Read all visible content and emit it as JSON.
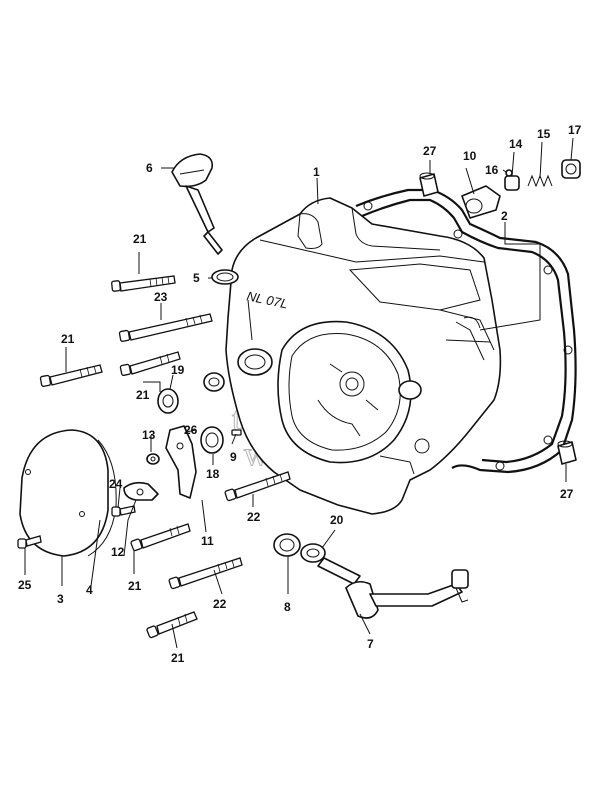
{
  "diagram": {
    "callouts": {
      "c1": "1",
      "c2": "2",
      "c3": "3",
      "c4": "4",
      "c5": "5",
      "c6": "6",
      "c7": "7",
      "c8": "8",
      "c9": "9",
      "c10": "10",
      "c11": "11",
      "c12": "12",
      "c13": "13",
      "c14": "14",
      "c15": "15",
      "c16": "16",
      "c17": "17",
      "c18": "18",
      "c19": "19",
      "c20": "20",
      "c21a": "21",
      "c21b": "21",
      "c21c": "21",
      "c21d": "21",
      "c21e": "21",
      "c22a": "22",
      "c22b": "22",
      "c23": "23",
      "c24": "24",
      "c25": "25",
      "c26": "26",
      "c27a": "27",
      "c27b": "27"
    },
    "casting_mark": "NL 07L",
    "watermark": {
      "line1": "tack",
      "line2": "winkel"
    }
  }
}
